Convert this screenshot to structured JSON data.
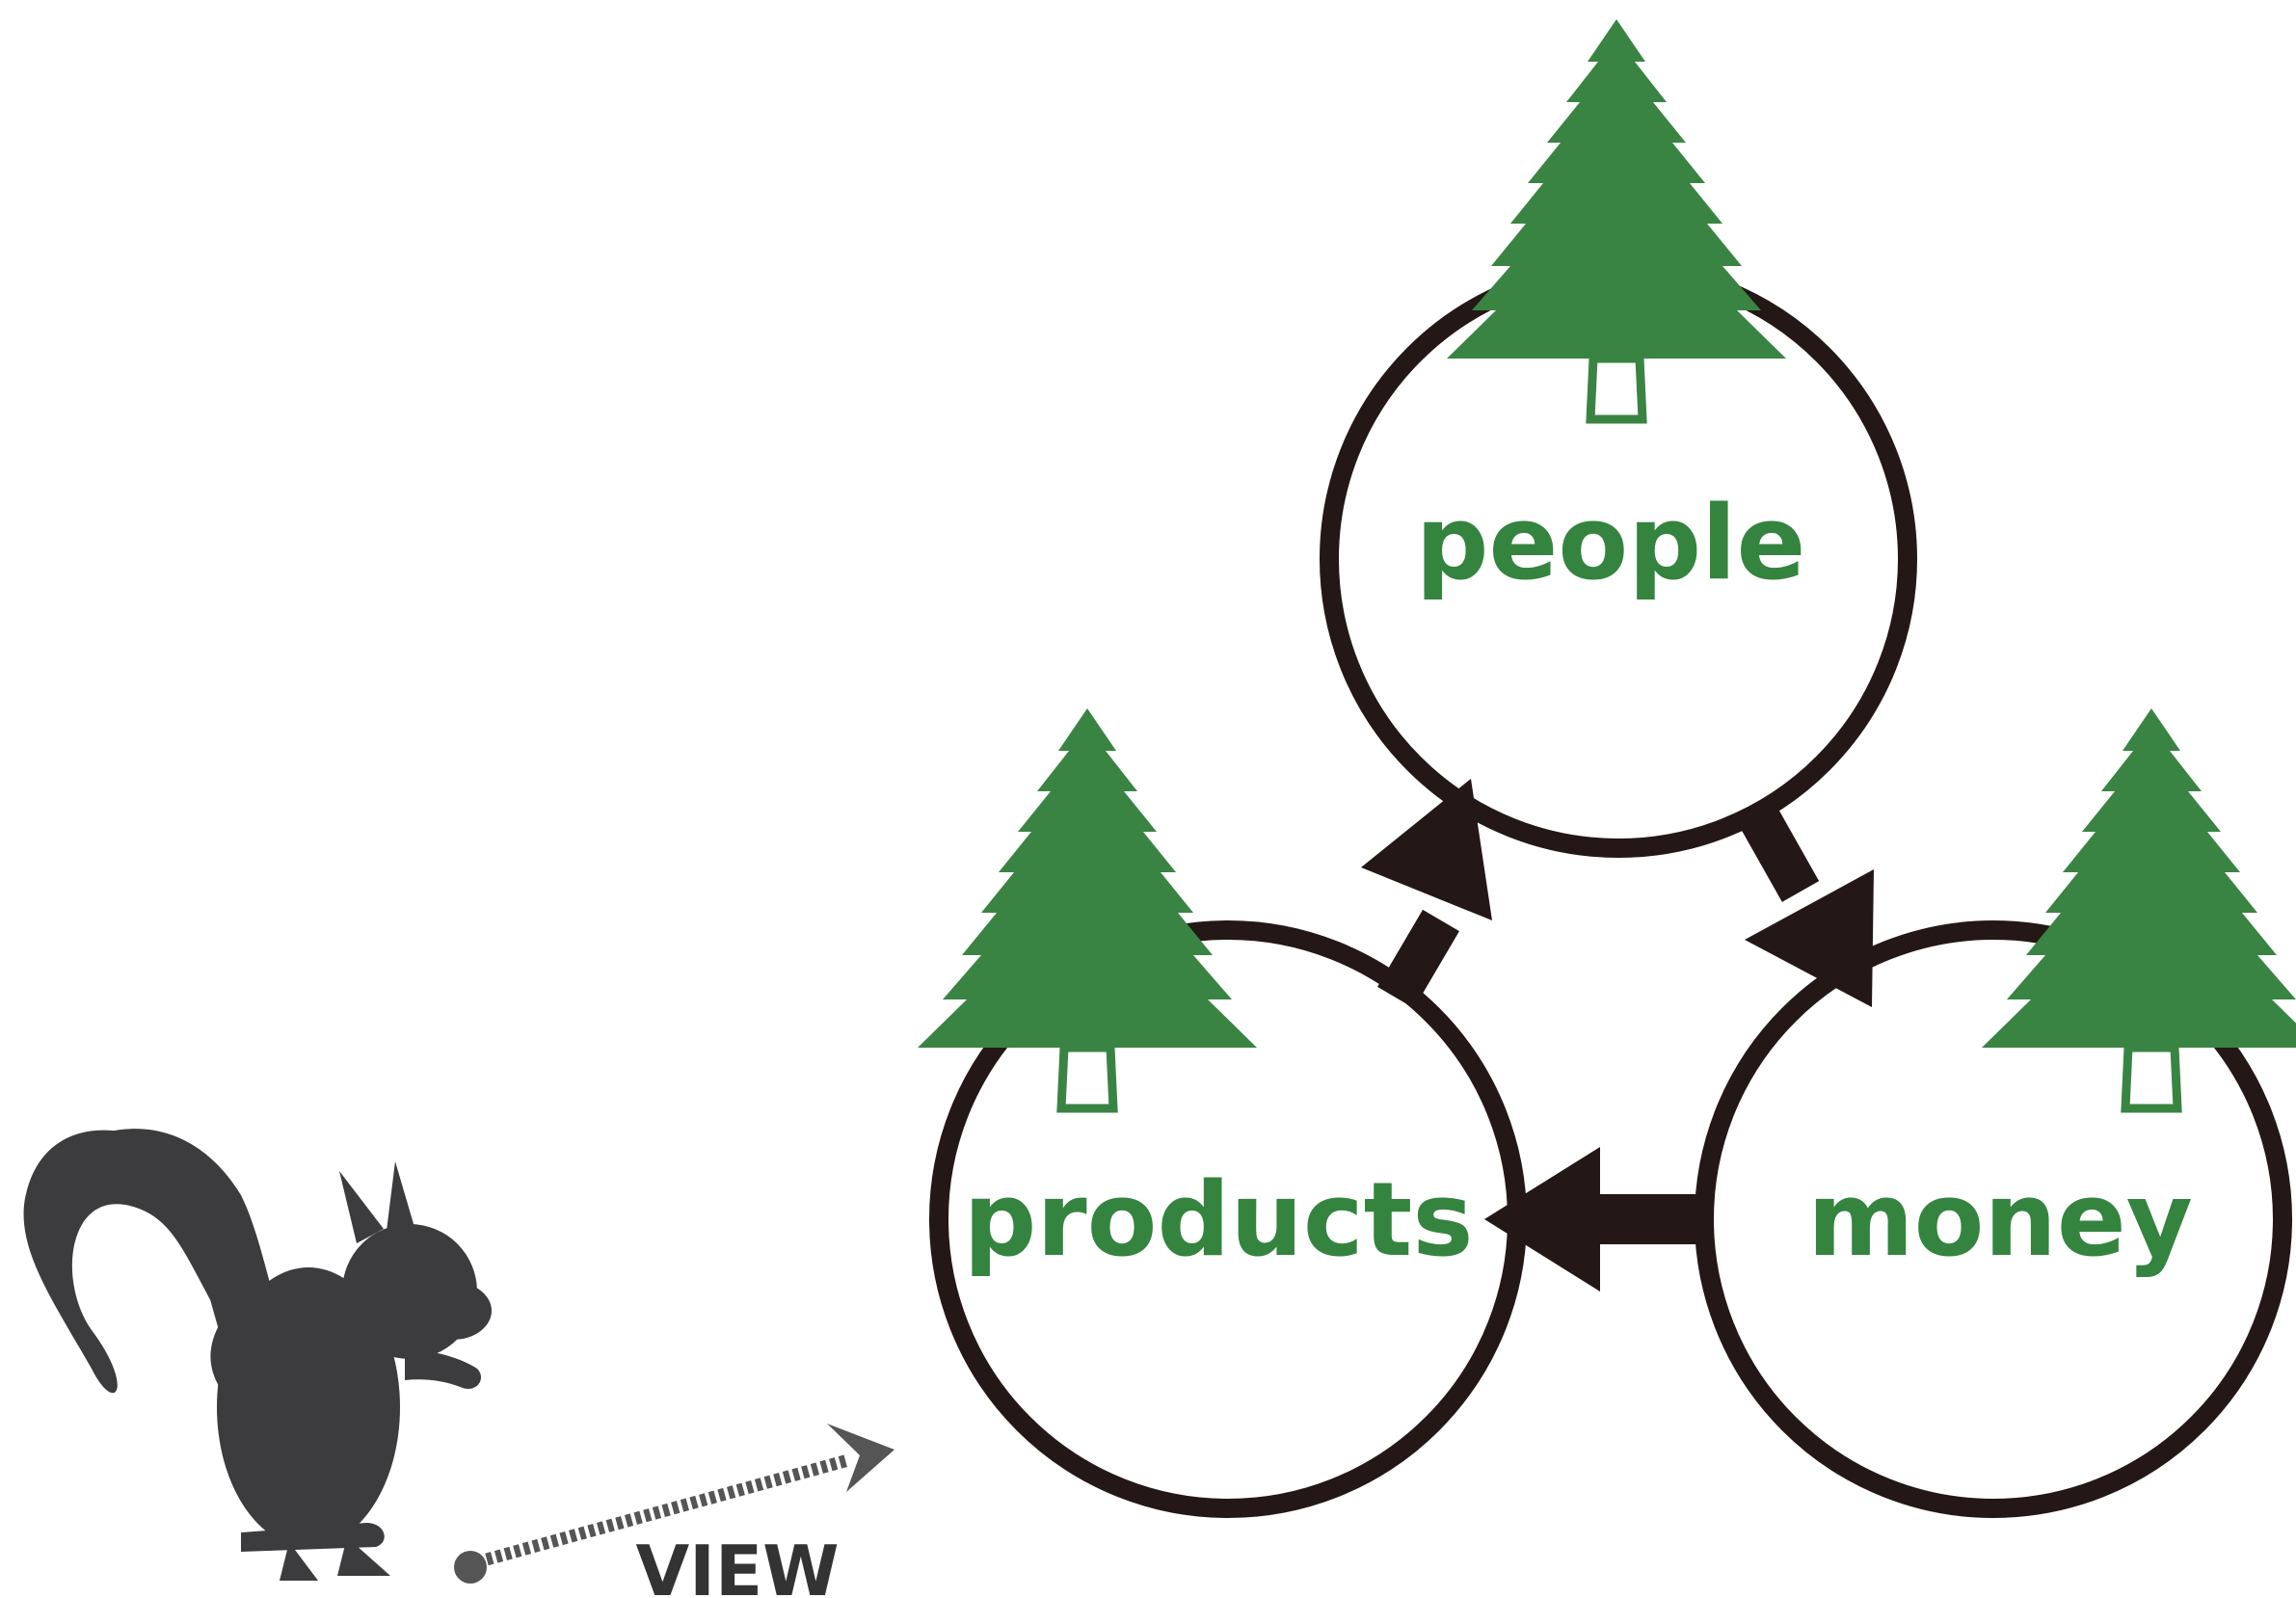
{
  "nodes": {
    "people": {
      "label": "people"
    },
    "products": {
      "label": "products"
    },
    "money": {
      "label": "money"
    }
  },
  "viewer": {
    "label": "VIEW"
  },
  "colors": {
    "tree": "#3a8443",
    "label": "#34843f",
    "ring": "#231815",
    "arrow": "#231815",
    "squirrel": "#3c3c3e",
    "view_arrow": "#555555"
  },
  "icons": {
    "tree": "pine-tree-icon",
    "viewer": "squirrel-icon"
  }
}
